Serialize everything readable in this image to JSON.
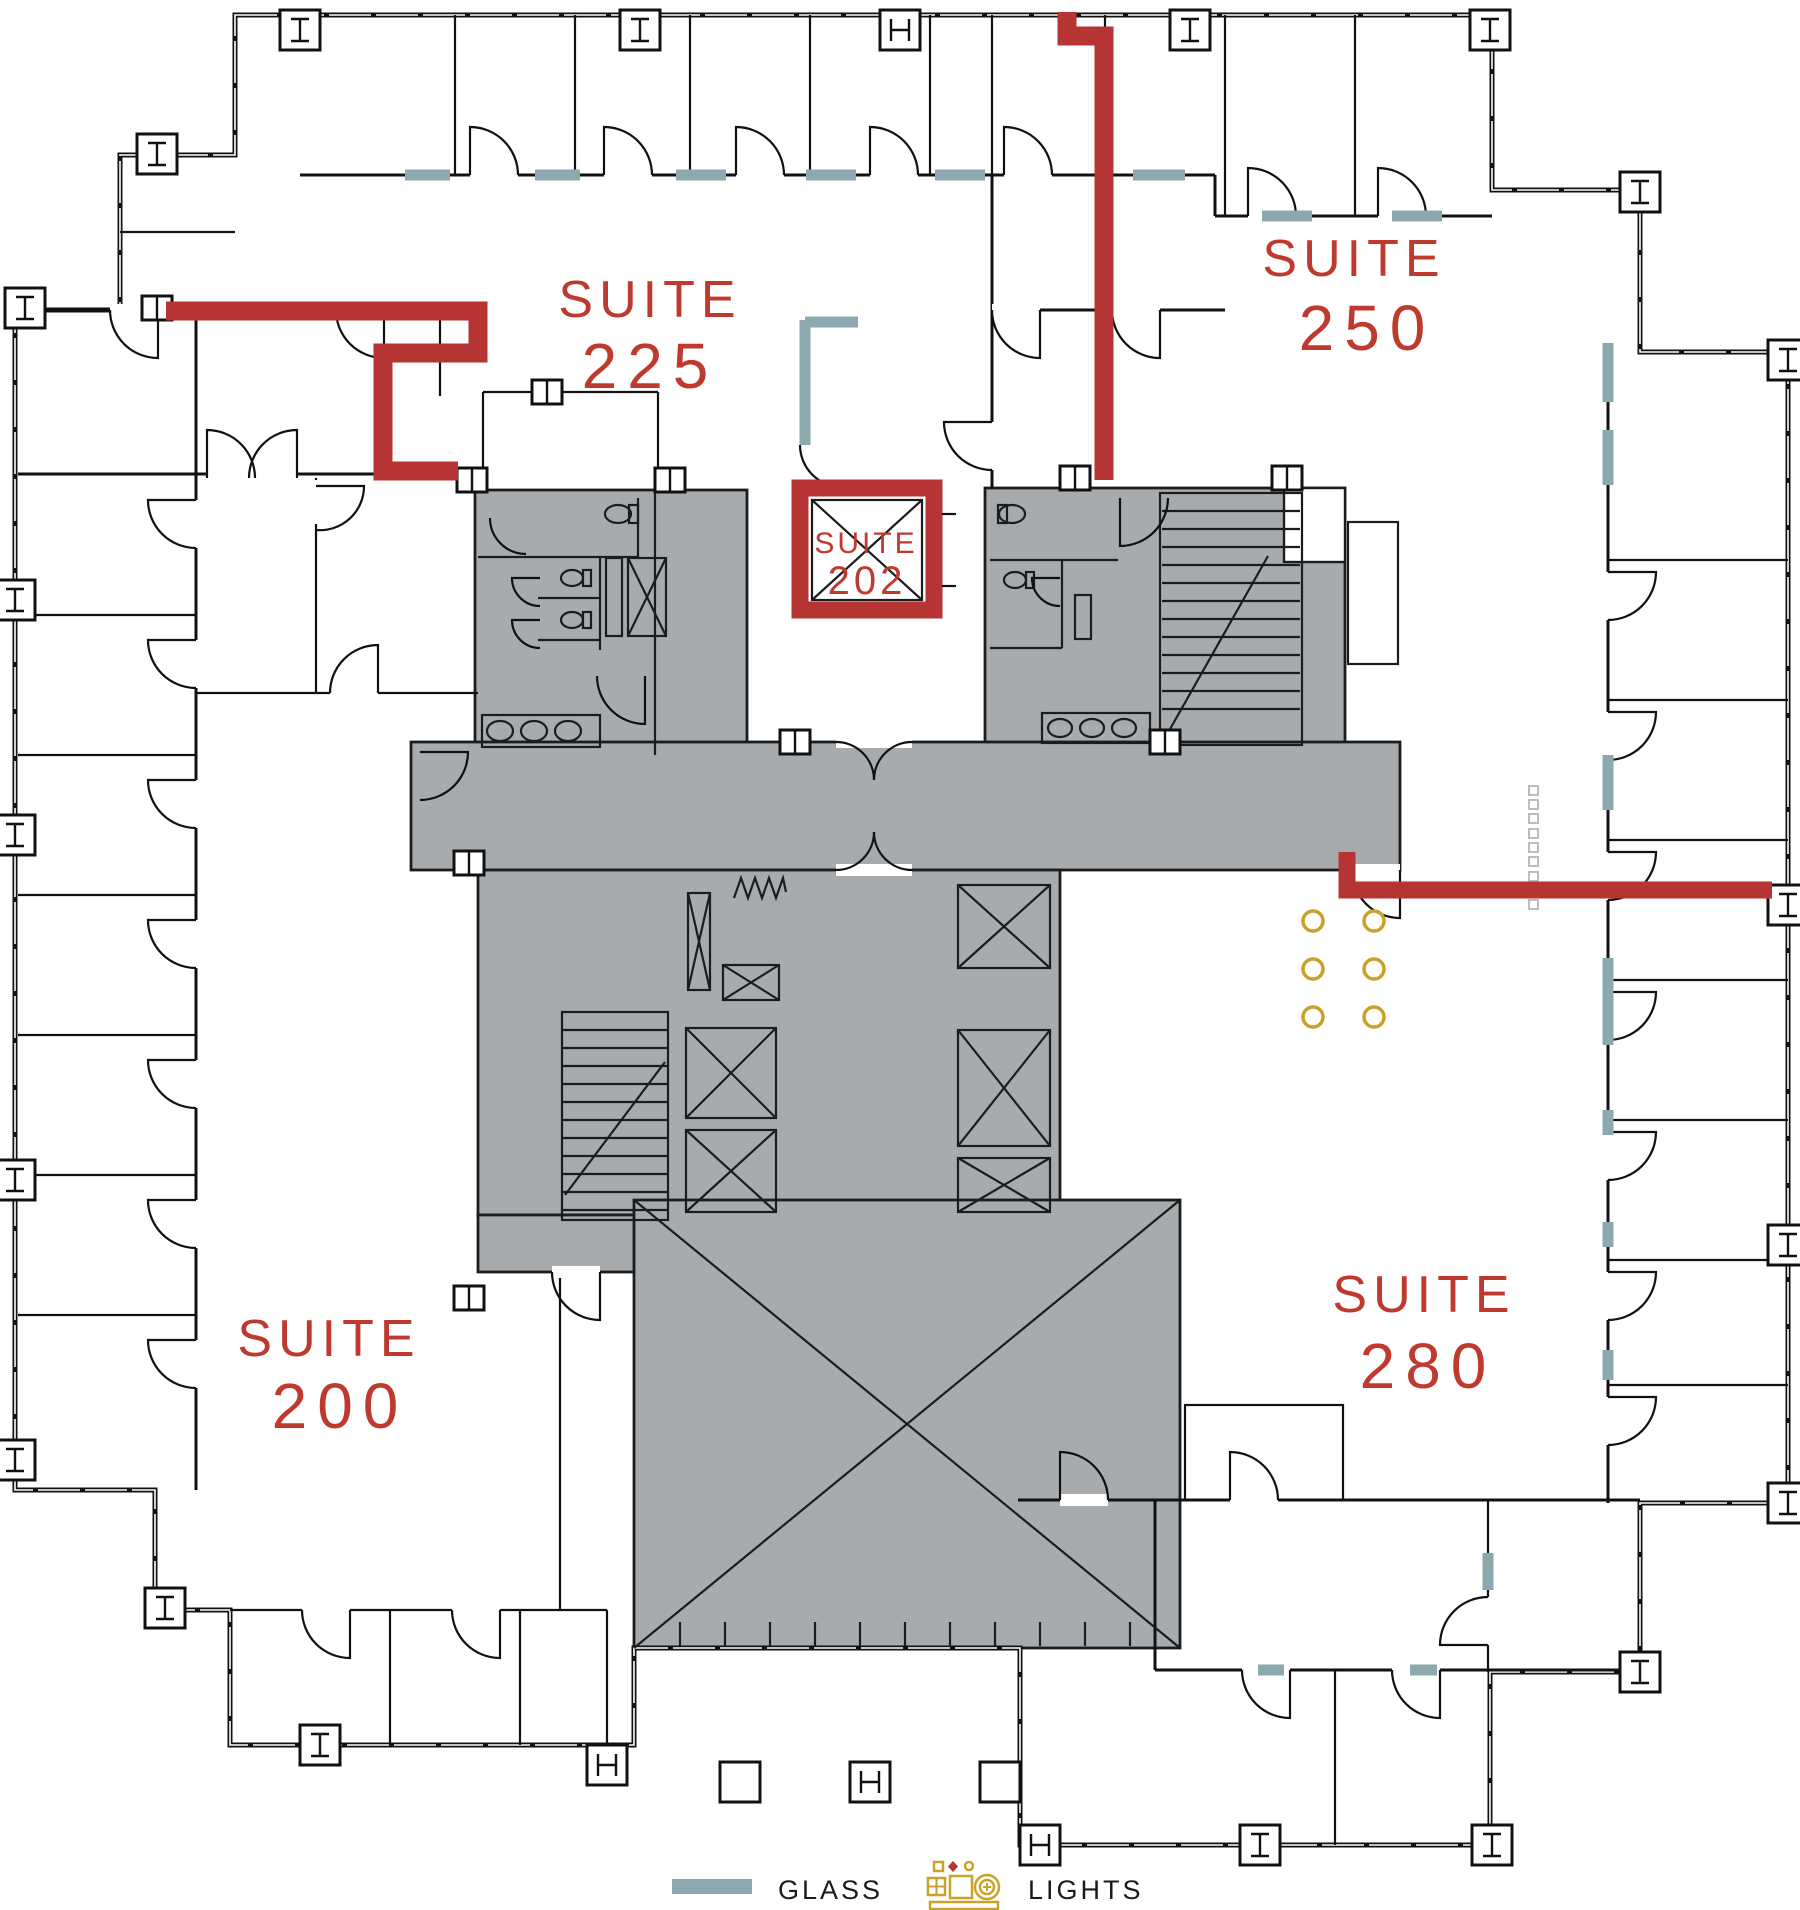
{
  "page": {
    "type": "architectural-floor-plan"
  },
  "colors": {
    "wall-red": "#b63534",
    "label-red": "#c0392e",
    "core-gray": "#a8abae",
    "core-line": "#1c1c1c",
    "wall-black": "#111111",
    "glass": "#8ba9ae",
    "gold": "#c9a22a",
    "fixture-gray": "#bdbdbd",
    "text-dark": "#1b1b1b"
  },
  "suites": [
    {
      "word": "SUITE",
      "number": "225"
    },
    {
      "word": "SUITE",
      "number": "250"
    },
    {
      "word": "SUITE",
      "number": "202"
    },
    {
      "word": "SUITE",
      "number": "200"
    },
    {
      "word": "SUITE",
      "number": "280"
    }
  ],
  "legend": {
    "glass": "GLASS",
    "lights": "LIGHTS"
  },
  "fixtures": {
    "recessed_light_circles": 6,
    "strip_light_squares": 9
  }
}
